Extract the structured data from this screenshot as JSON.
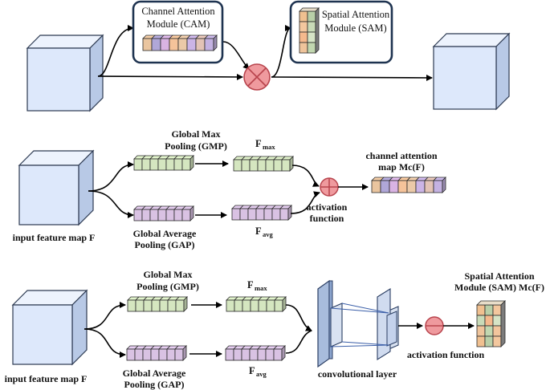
{
  "top": {
    "cam_label_line1": "Channel Attention",
    "cam_label_line2": "Module (CAM)",
    "sam_label_line1": "Spatial Attention",
    "sam_label_line2": "Module (SAM)"
  },
  "cam_detail": {
    "gmp_line1": "Global Max",
    "gmp_line2": "Pooling (GMP)",
    "gap_line1": "Global Average",
    "gap_line2": "Pooling (GAP)",
    "fmax_main": "F",
    "fmax_sub": "max",
    "favg_main": "F",
    "favg_sub": "avg",
    "activation_line1": "activation",
    "activation_line2": "function",
    "output_line1": "channel attention",
    "output_line2": "map Mc(F)",
    "input_label": "input feature map F"
  },
  "sam_detail": {
    "gmp_line1": "Global Max",
    "gmp_line2": "Pooling (GMP)",
    "gap_line1": "Global Average",
    "gap_line2": "Pooling (GAP)",
    "fmax_main": "F",
    "fmax_sub": "max",
    "favg_main": "F",
    "favg_sub": "avg",
    "conv_label": "convolutional layer",
    "activation_label": "activation function",
    "output_line1": "Spatial Attention",
    "output_line2": "Module (SAM) Mc(F)",
    "input_label": "input feature map F"
  },
  "colors": {
    "cube_front": "#dde8fb",
    "cube_top": "#edf3fd",
    "cube_side": "#b8c9e6",
    "module_border": "#1e3350",
    "pool_green": "#d5e6c0",
    "pool_purple": "#d9c2e3",
    "op_fill": "#ef9a9e",
    "op_stroke": "#b8444d",
    "conv_plate": "#a8bcdc",
    "conv_plate_light": "#d9e2f1",
    "conv_link": "#3a5ea8"
  },
  "channel_map_colors": [
    "#eac59f",
    "#b0a7d8",
    "#d9b3e3",
    "#f5c39a",
    "#ebc9a8",
    "#cbb4e6",
    "#e3c3b6",
    "#c4b2e2"
  ],
  "spatial_map_colors": [
    "#f0c090",
    "#b9cfa8",
    "#f3c79e",
    "#c9dbb8",
    "#f5b98d",
    "#d6e4c6",
    "#efc49b",
    "#c2d7b0",
    "#f2c59d"
  ]
}
